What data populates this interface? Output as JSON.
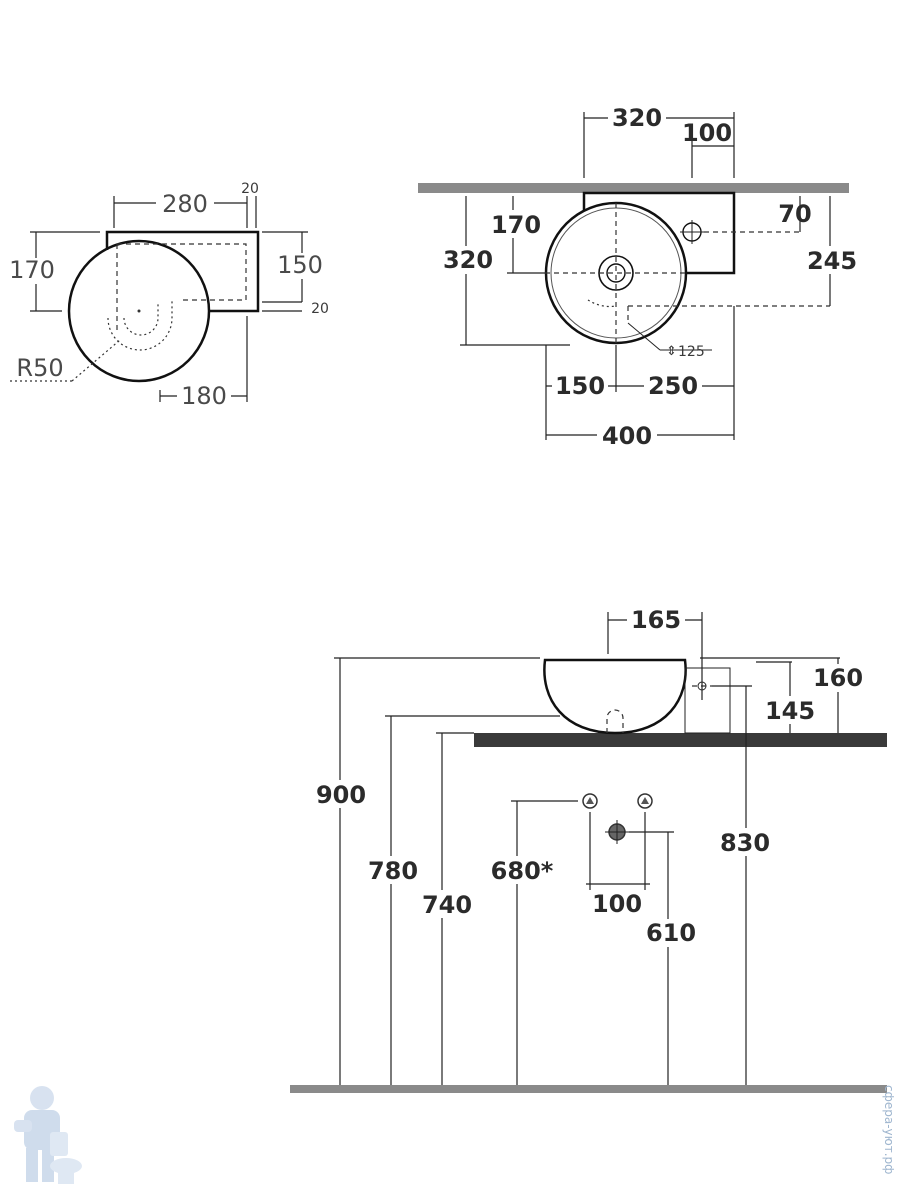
{
  "top_view": {
    "width": "280",
    "offset_top": "20",
    "height_left": "170",
    "height_right": "150",
    "offset_side": "20",
    "radius": "R50",
    "bottom": "180"
  },
  "plan_view": {
    "width_top": "320",
    "tap_offset": "100",
    "depth_left": "320",
    "center_depth": "170",
    "tap_depth": "70",
    "total_depth": "245",
    "drain_dia": "125",
    "left_to_center": "150",
    "center_to_right": "250",
    "total_width": "400"
  },
  "front_view": {
    "tap_dist": "165",
    "height_900": "900",
    "height_780": "780",
    "height_740": "740",
    "height_680": "680*",
    "rim_160": "160",
    "rim_145": "145",
    "height_830": "830",
    "supply_spacing": "100",
    "drain_610": "610"
  },
  "watermark": "сфера-уют.рф"
}
